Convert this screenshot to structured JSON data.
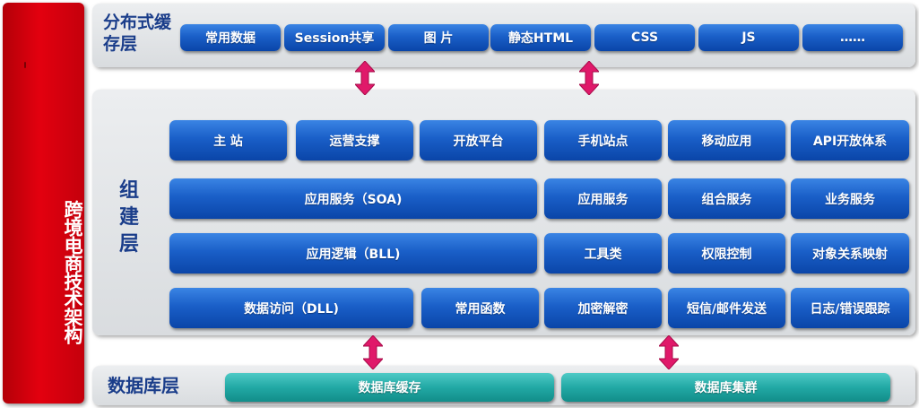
{
  "sidebar": {
    "title": "跨境电商技术架构"
  },
  "cache_layer": {
    "title": "分布式缓存层",
    "items": [
      "常用数据",
      "Session共享",
      "图 片",
      "静态HTML",
      "CSS",
      "JS",
      "……"
    ]
  },
  "build_layer": {
    "title": "组建层",
    "row1": [
      "主 站",
      "运营支撑",
      "开放平台",
      "手机站点",
      "移动应用",
      "API开放体系"
    ],
    "row2": [
      "应用服务（SOA)",
      "应用服务",
      "组合服务",
      "业务服务"
    ],
    "row3": [
      "应用逻辑（BLL)",
      "工具类",
      "权限控制",
      "对象关系映射"
    ],
    "row4": [
      "数据访问（DLL)",
      "常用函数",
      "加密解密",
      "短信/邮件发送",
      "日志/错误跟踪"
    ]
  },
  "db_layer": {
    "title": "数据库层",
    "items": [
      "数据库缓存",
      "数据库集群"
    ]
  },
  "colors": {
    "sidebar": "#e3000f",
    "button_blue": "#1a5fc8",
    "button_teal": "#22a9a5",
    "arrow": "#e0196a",
    "title_text": "#1a3d8a"
  }
}
